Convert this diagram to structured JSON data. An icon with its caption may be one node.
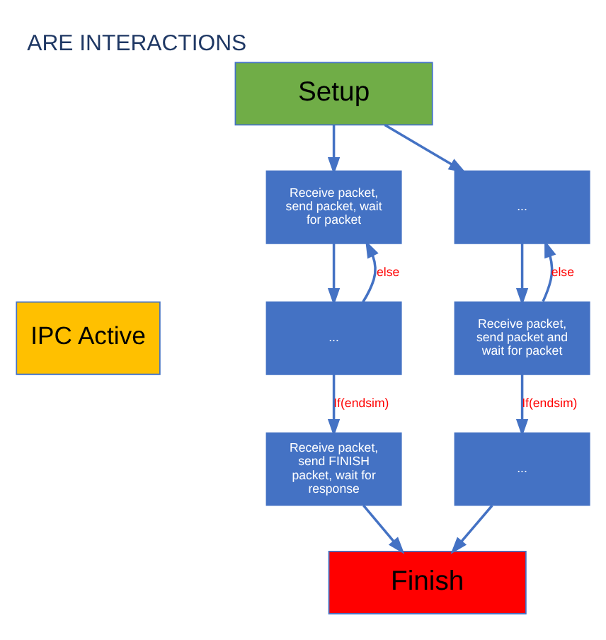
{
  "diagram": {
    "title": "ARE INTERACTIONS",
    "nodes": [
      {
        "text": [
          "Setup"
        ]
      },
      {
        "text": [
          "IPC Active"
        ]
      },
      {
        "text": [
          "Receive packet, send packet, wait for packet"
        ]
      },
      {
        "text": [
          "..."
        ]
      },
      {
        "text": [
          "..."
        ]
      },
      {
        "text": [
          "Receive packet, send packet and wait for packet"
        ]
      },
      {
        "text": [
          "Receive packet, send FINISH packet, wait for response"
        ]
      },
      {
        "text": [
          "..."
        ]
      },
      {
        "text": [
          "Finish"
        ]
      }
    ],
    "edges": [
      {
        "from": 0,
        "to": 2,
        "arrow": "to"
      },
      {
        "from": 0,
        "to": 3,
        "arrow": "to"
      },
      {
        "from": 2,
        "to": 4,
        "arrow": "to"
      },
      {
        "from": 4,
        "to": 2,
        "arrow": "to",
        "label": "else"
      },
      {
        "from": 3,
        "to": 5,
        "arrow": "to"
      },
      {
        "from": 5,
        "to": 3,
        "arrow": "to",
        "label": "else"
      },
      {
        "from": 4,
        "to": 6,
        "arrow": "to",
        "label": "If(endsim)"
      },
      {
        "from": 5,
        "to": 7,
        "arrow": "to",
        "label": "If(endsim)"
      },
      {
        "from": 6,
        "to": 8,
        "arrow": "to"
      },
      {
        "from": 7,
        "to": 8,
        "arrow": "to"
      }
    ]
  }
}
